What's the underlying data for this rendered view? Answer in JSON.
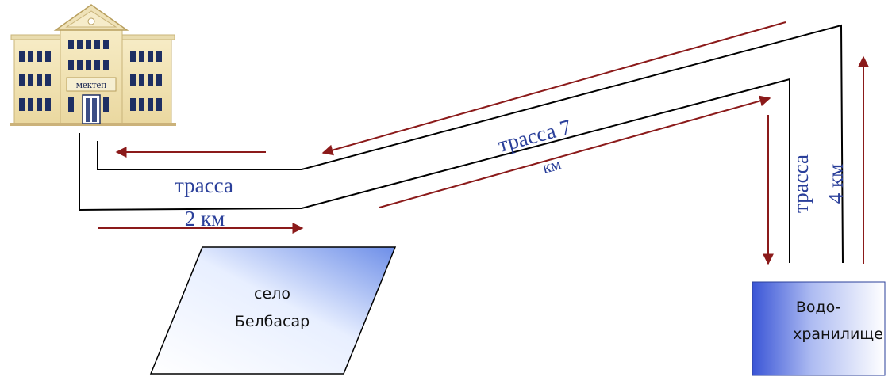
{
  "colors": {
    "road_line": "#000000",
    "arrow": "#8b1a1a",
    "route_label": "#2a3f9a",
    "building_wall": "#f3e5b6",
    "building_window": "#1e2f63",
    "village_fill_light": "#ffffff",
    "village_fill_dark": "#6d8ee8",
    "reservoir_fill_dark": "#3a55d6",
    "reservoir_fill_light": "#ffffff"
  },
  "school": {
    "sign": "мектеп",
    "icon": "school-building-icon"
  },
  "routes": {
    "segment_a": {
      "word": "трасса",
      "distance": "2 км"
    },
    "segment_b": {
      "word": "трасса 7",
      "unit": "км"
    },
    "segment_c": {
      "word": "трасса",
      "distance": "4 км"
    }
  },
  "village": {
    "line1": "село",
    "line2": "Белбасар"
  },
  "reservoir": {
    "line1": "Водо-",
    "line2": "хранилище"
  }
}
